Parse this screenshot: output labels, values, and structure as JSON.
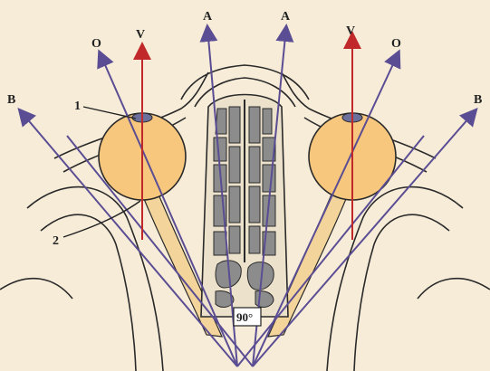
{
  "labels": {
    "A_left": "A",
    "A_right": "A",
    "V_left": "V",
    "V_right": "V",
    "O_left": "O",
    "O_right": "O",
    "B_left": "B",
    "B_right": "B",
    "callout_1": "1",
    "callout_2": "2",
    "angle": "90°"
  },
  "colors": {
    "background": "#f6ecd8",
    "eyeball": "#f7c77d",
    "optic_nerve": "#f3d59b",
    "axis_lines": "#5b4d93",
    "visual_axis": "#c0282a",
    "bone_outline": "#2a2a2a",
    "ethmoid_cells": "#8c8c8c"
  }
}
